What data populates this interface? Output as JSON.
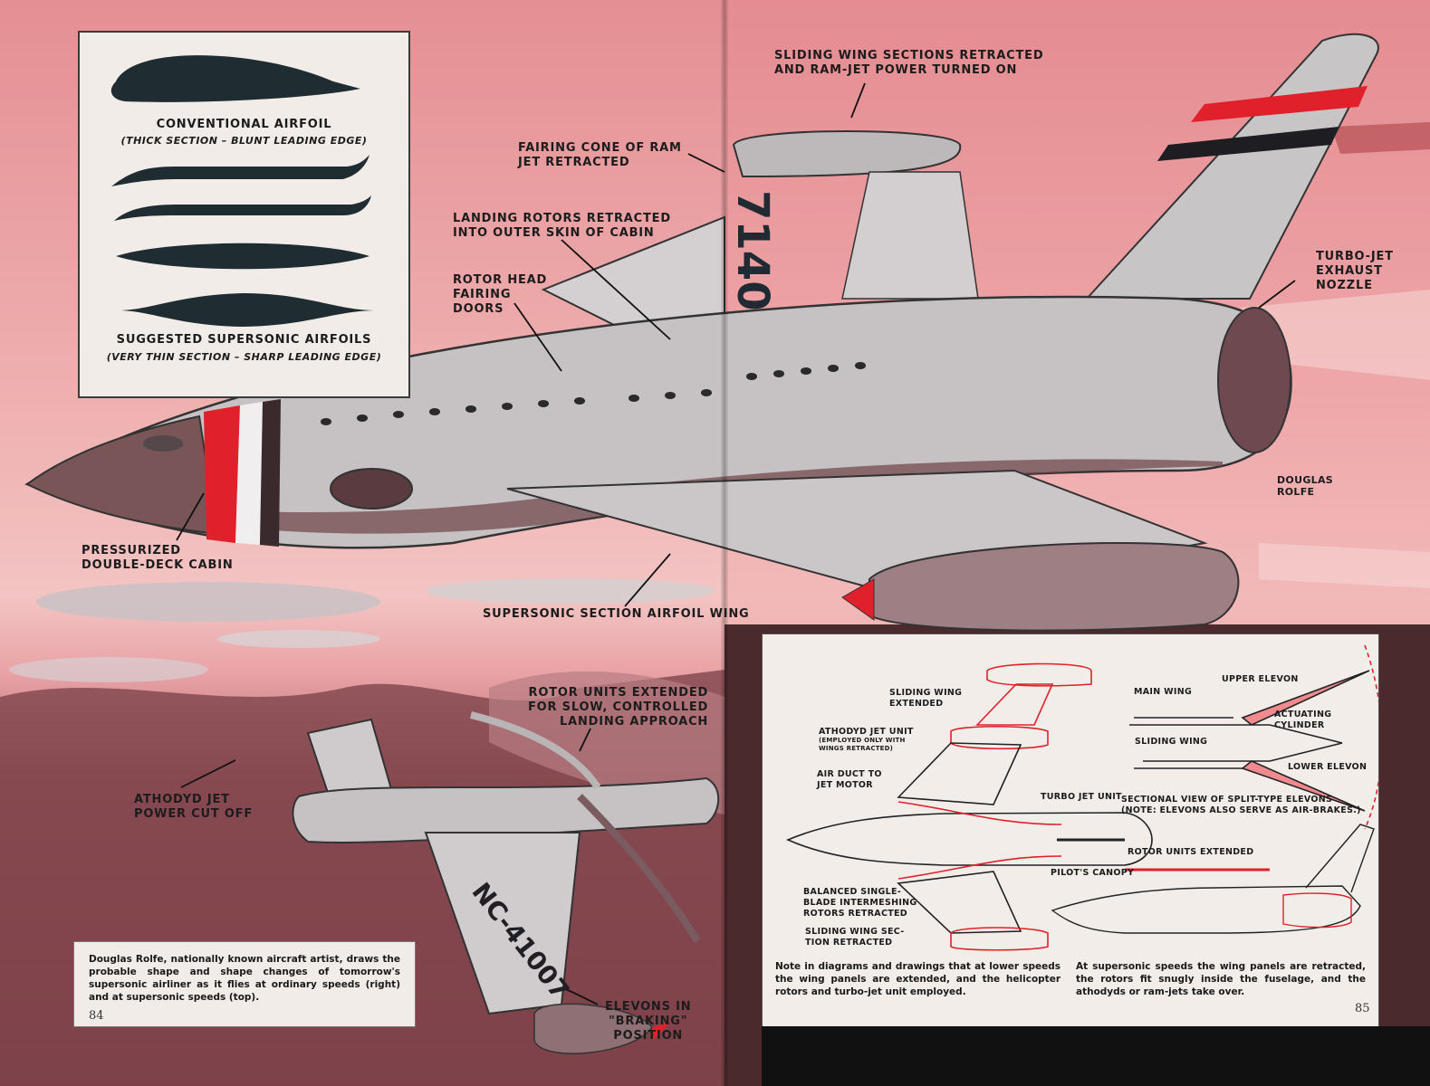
{
  "spread": {
    "left_page_number": "84",
    "right_page_number": "85"
  },
  "airfoil_panel": {
    "conventional_title": "CONVENTIONAL AIRFOIL",
    "conventional_subtitle": "(THICK SECTION – BLUNT LEADING EDGE)",
    "supersonic_title": "SUGGESTED SUPERSONIC AIRFOILS",
    "supersonic_subtitle": "(VERY THIN SECTION – SHARP LEADING EDGE)"
  },
  "callouts_top": {
    "fairing_cone": "FAIRING CONE OF RAM\nJET RETRACTED",
    "landing_rotors": "LANDING ROTORS RETRACTED\nINTO OUTER SKIN OF CABIN",
    "rotor_head": "ROTOR HEAD\nFAIRING\nDOORS",
    "pressurized_cabin": "PRESSURIZED\nDOUBLE-DECK CABIN",
    "supersonic_wing": "SUPERSONIC SECTION AIRFOIL WING",
    "sliding_wing": "SLIDING WING SECTIONS RETRACTED\nAND RAM-JET POWER TURNED ON",
    "turbo_jet_nozzle": "TURBO-JET\nEXHAUST NOZZLE",
    "artist_signature": "DOUGLAS\nROLFE",
    "tail_number_top": "7140"
  },
  "callouts_bottom": {
    "rotor_units": "ROTOR UNITS EXTENDED\nFOR SLOW, CONTROLLED\nLANDING APPROACH",
    "athodyd_cut_off": "ATHODYD JET\nPOWER CUT OFF",
    "elevons_braking": "ELEVONS IN\n\"BRAKING\"\nPOSITION",
    "wing_registration": "NC-41007"
  },
  "caption_left": "Douglas Rolfe, nationally known aircraft artist, draws the probable shape and shape changes of tomorrow's supersonic airliner as it flies at ordinary speeds (right) and at supersonic speeds (top).",
  "diagram": {
    "plan_labels": {
      "sliding_wing_extended": "SLIDING WING\nEXTENDED",
      "athodyd_unit": "ATHODYD JET UNIT",
      "athodyd_note": "(EMPLOYED ONLY WITH\nWINGS RETRACTED)",
      "air_duct": "AIR DUCT TO\nJET MOTOR",
      "turbo_jet_unit": "TURBO JET UNIT",
      "balanced_rotors": "BALANCED SINGLE-\nBLADE INTERMESHING\nROTORS RETRACTED",
      "sliding_wing_retracted": "SLIDING WING SEC-\nTION RETRACTED"
    },
    "elevon_labels": {
      "main_wing": "MAIN WING",
      "upper_elevon": "UPPER ELEVON",
      "actuating_cylinder": "ACTUATING CYLINDER",
      "sliding_wing": "SLIDING WING",
      "lower_elevon": "LOWER ELEVON",
      "section_title": "SECTIONAL VIEW OF SPLIT-TYPE ELEVONS",
      "section_note": "(NOTE: ELEVONS ALSO SERVE AS AIR-BRAKES.)"
    },
    "side_labels": {
      "rotor_units_extended": "ROTOR UNITS EXTENDED",
      "pilots_canopy": "PILOT'S CANOPY"
    },
    "note_left": "Note in diagrams and drawings that at lower speeds the wing panels are extended, and the helicopter rotors and turbo-jet unit employed.",
    "note_right": "At supersonic speeds the wing panels are retracted, the rotors fit snugly inside the fuselage, and the athodyds or ram-jets take over."
  },
  "colors": {
    "sky_pink": "#e79a9c",
    "accent_red": "#e0212b",
    "ink": "#1c1c1c",
    "paper": "#f1ece8",
    "metal": "#c9c6c8"
  }
}
